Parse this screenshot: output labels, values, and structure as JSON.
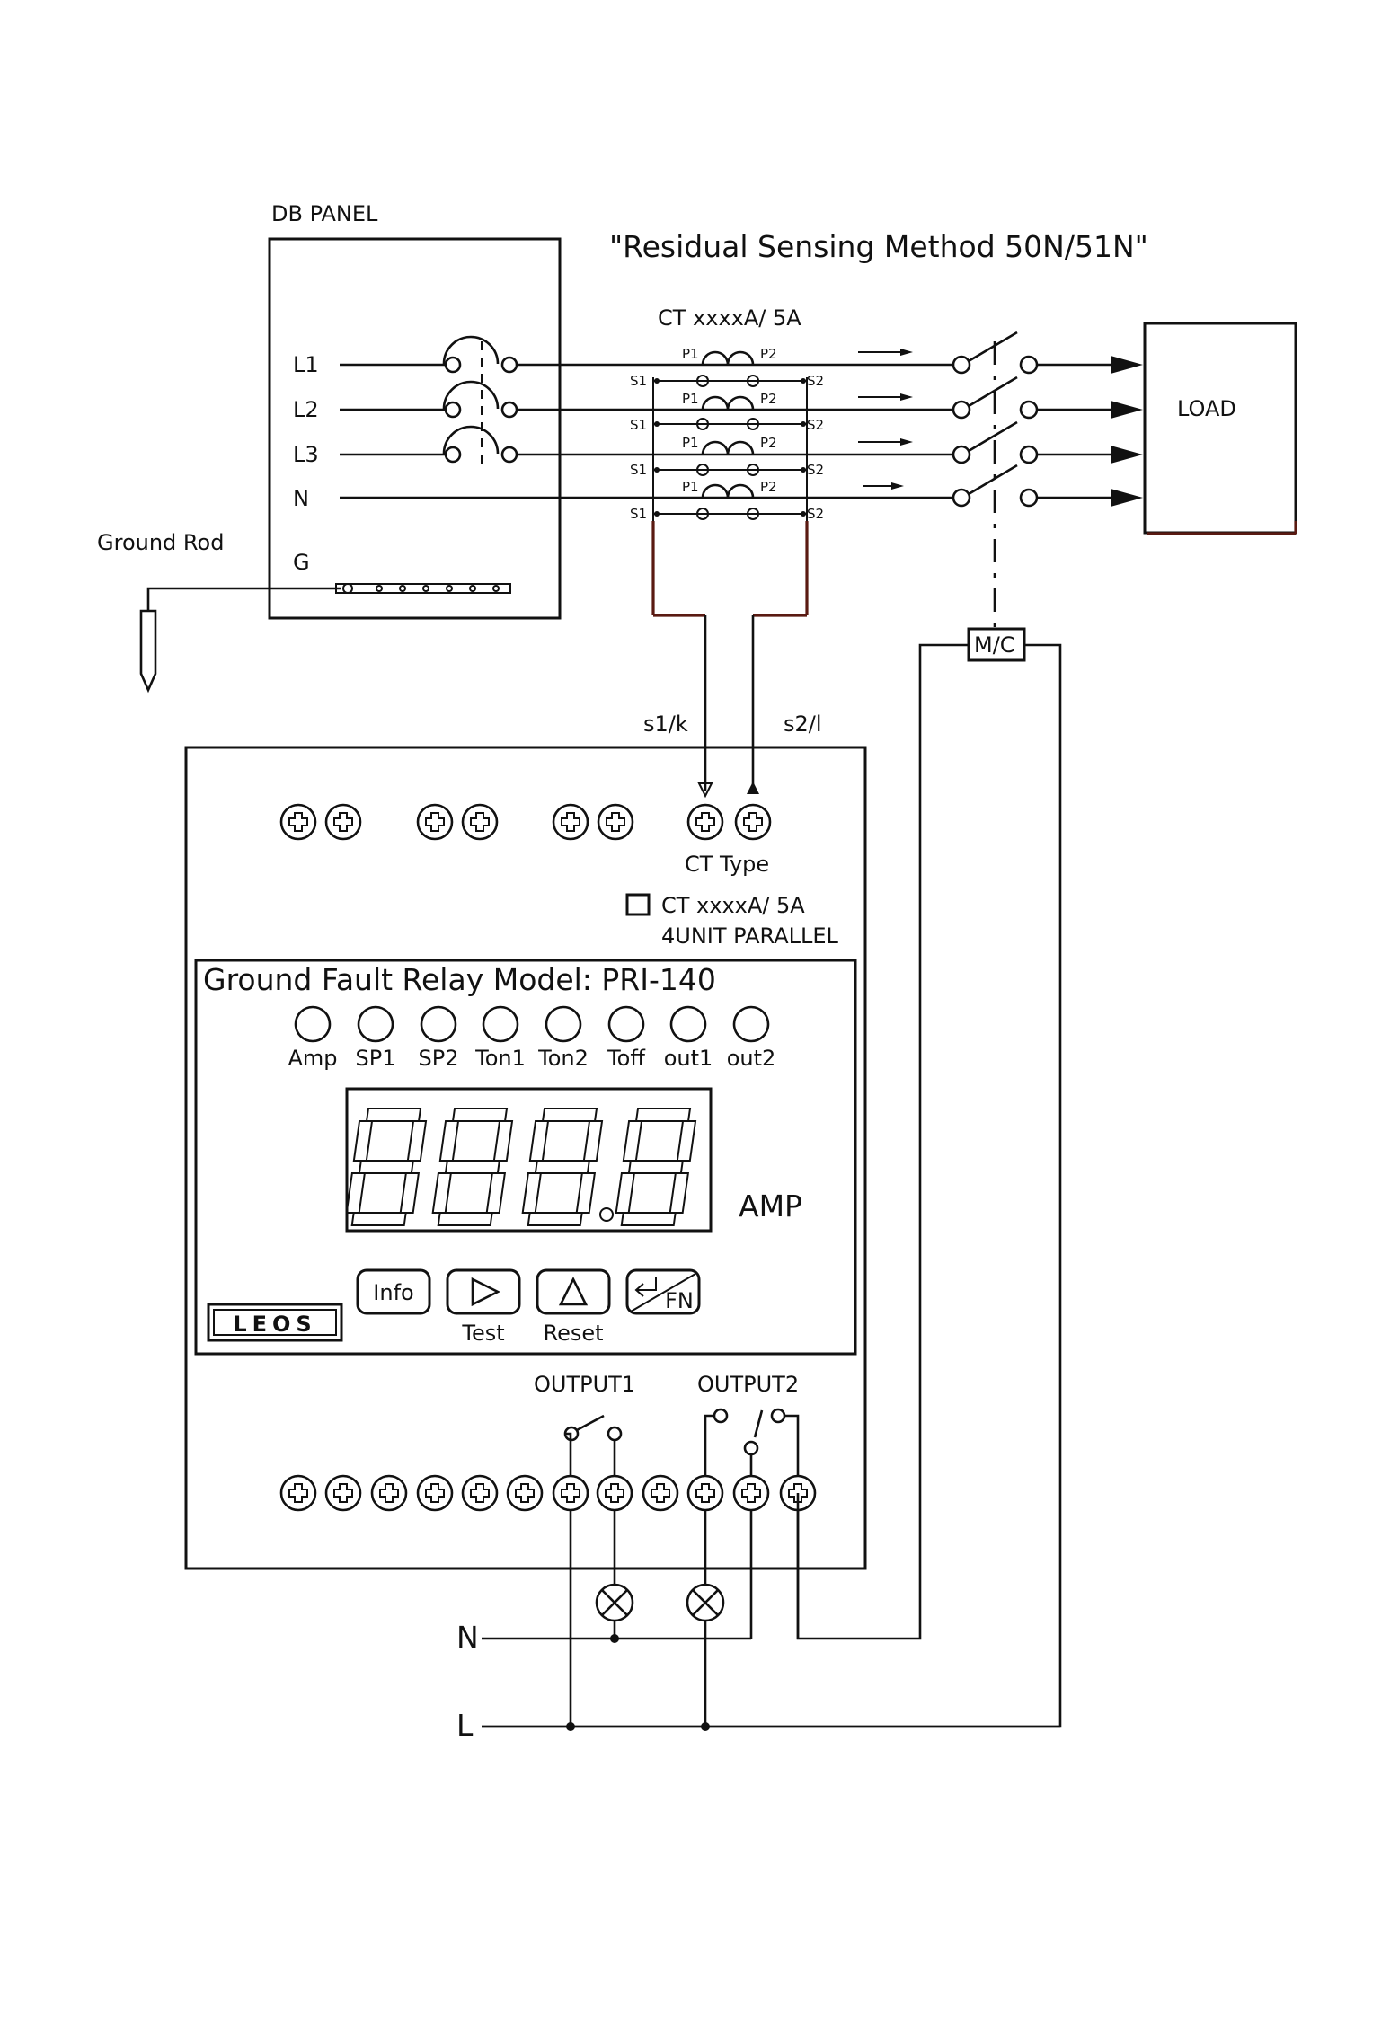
{
  "title": "\"Residual Sensing Method 50N/51N\"",
  "db_panel": {
    "label": "DB PANEL",
    "lines": [
      "L1",
      "L2",
      "L3",
      "N"
    ],
    "ground": "G",
    "ground_rod": "Ground Rod"
  },
  "ct": {
    "label": "CT xxxxA/ 5A",
    "p1": "P1",
    "p2": "P2",
    "s1": "S1",
    "s2": "S2"
  },
  "load": "LOAD",
  "contactor": "M/C",
  "secondary_labels": {
    "s1": "s1/k",
    "s2": "s2/l"
  },
  "relay": {
    "ct_type": "CT Type",
    "ct_option": "CT xxxxA/ 5A",
    "ct_option_sub": "4UNIT PARALLEL",
    "model": "Ground Fault Relay Model: PRI-140",
    "indicators": [
      "Amp",
      "SP1",
      "SP2",
      "Ton1",
      "Ton2",
      "Toff",
      "out1",
      "out2"
    ],
    "unit": "AMP",
    "buttons": {
      "info": "Info",
      "test": "Test",
      "reset": "Reset",
      "fn": "FN"
    },
    "logo": "LEOS",
    "outputs": [
      "OUTPUT1",
      "OUTPUT2"
    ]
  },
  "supply": {
    "n": "N",
    "l": "L"
  }
}
